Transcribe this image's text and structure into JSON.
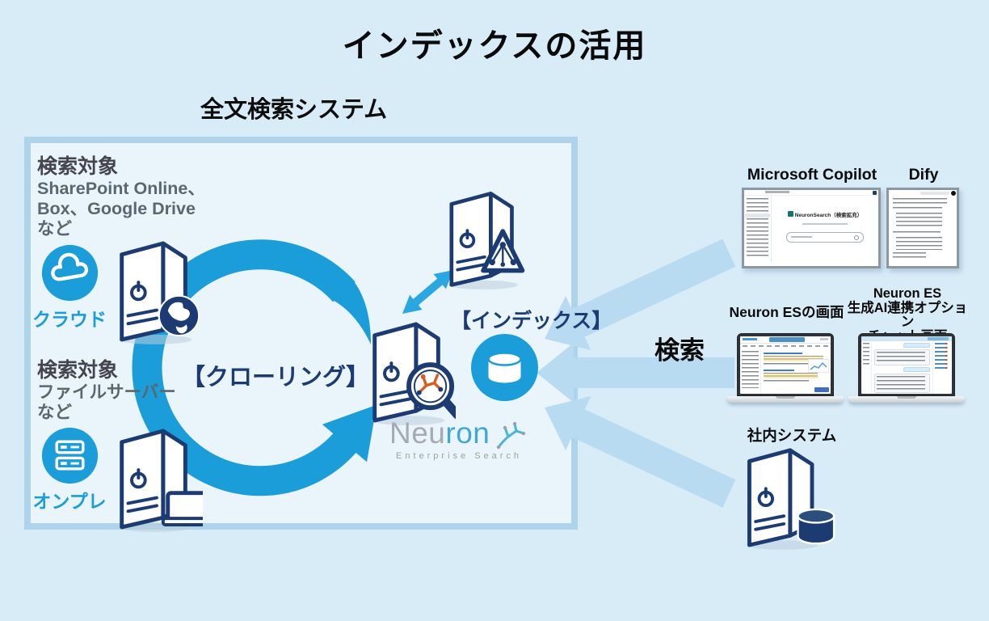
{
  "colors": {
    "accent_blue": "#1b9dd9",
    "navy": "#1c3b72",
    "arrow_light": "#b9dbf2",
    "box_border": "#aed4ec"
  },
  "header": {
    "title": "インデックスの活用"
  },
  "system": {
    "label": "全文検索システム",
    "cloud": {
      "heading": "検索対象",
      "lines": [
        "SharePoint Online、",
        "Box、Google Drive",
        "など"
      ],
      "badge": "クラウド"
    },
    "onprem": {
      "heading": "検索対象",
      "lines": [
        "ファイルサーバー",
        "など"
      ],
      "badge": "オンプレ"
    },
    "crawling_label": "【クローリング】",
    "index_label": "【インデックス】",
    "logo": {
      "gray": "Neu",
      "blue": "ron",
      "sub": "Enterprise Search"
    }
  },
  "right": {
    "search_label": "検索",
    "copilot": {
      "label": "Microsoft Copilot",
      "screen_title": "NeuronSearch（検索拡充）"
    },
    "dify": {
      "label": "Dify"
    },
    "neuron_es": {
      "label": "Neuron ESの画面"
    },
    "neuron_chat": {
      "lines": [
        "Neuron ES",
        "生成AI連携オプション",
        "チャット画面"
      ]
    },
    "internal": {
      "label": "社内システム"
    }
  }
}
